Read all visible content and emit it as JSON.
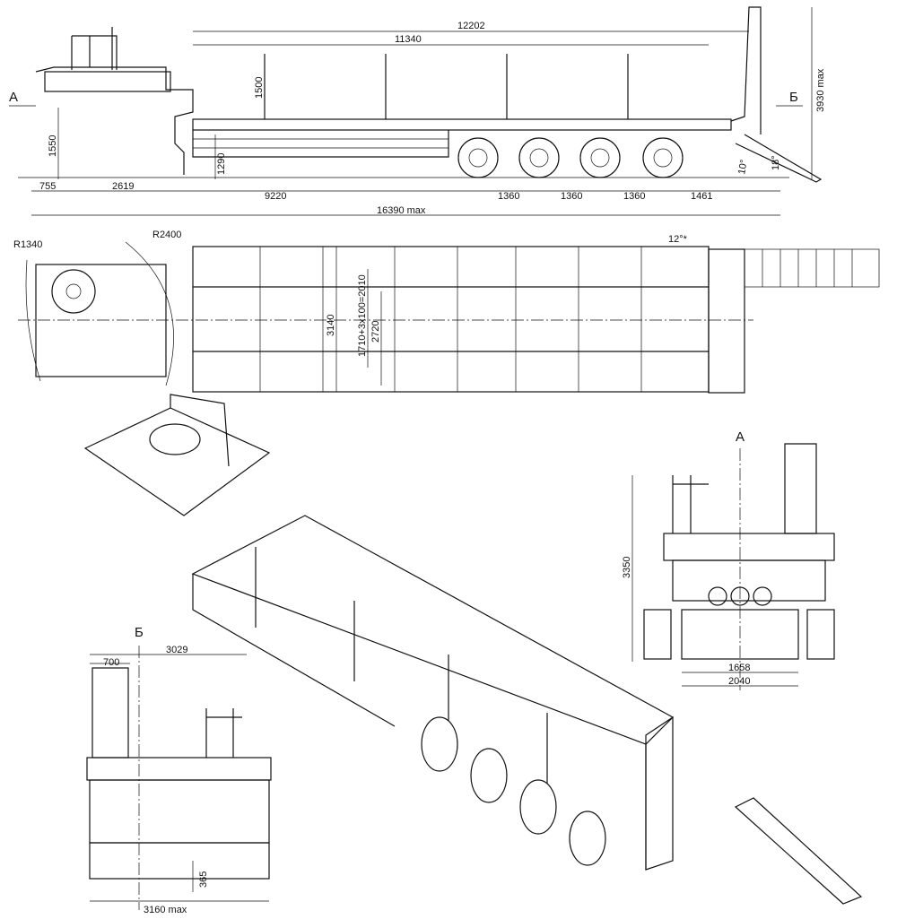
{
  "side_view": {
    "section_a": "А",
    "section_b": "Б",
    "dims": {
      "overall_deck": "12202",
      "deck": "11340",
      "stake_height": "1500",
      "height_max": "3930 max",
      "fifth_wheel_height": "1550",
      "deck_height": "1290",
      "front_overhang": "755",
      "kingpin": "2619",
      "wheelbase": "9220",
      "axle_1": "1360",
      "axle_2": "1360",
      "axle_3": "1360",
      "rear_overhang": "1461",
      "overall_length": "16390 max",
      "ramp_angle_1": "10°",
      "ramp_angle_2": "18°"
    }
  },
  "plan_view": {
    "dims": {
      "radius_front": "R1340",
      "radius_swing": "R2400",
      "ramp_turn": "12°*",
      "width": "3140",
      "ramp_spacing": "1710+3x100=2010",
      "inner_width": "2720"
    }
  },
  "view_a": {
    "title": "А",
    "dims": {
      "height": "3350",
      "track": "1658",
      "width": "2040"
    }
  },
  "view_b": {
    "title": "Б",
    "dims": {
      "ramp_width": "700",
      "ramp_span": "3029",
      "clearance": "365",
      "width_max": "3160 max"
    }
  }
}
